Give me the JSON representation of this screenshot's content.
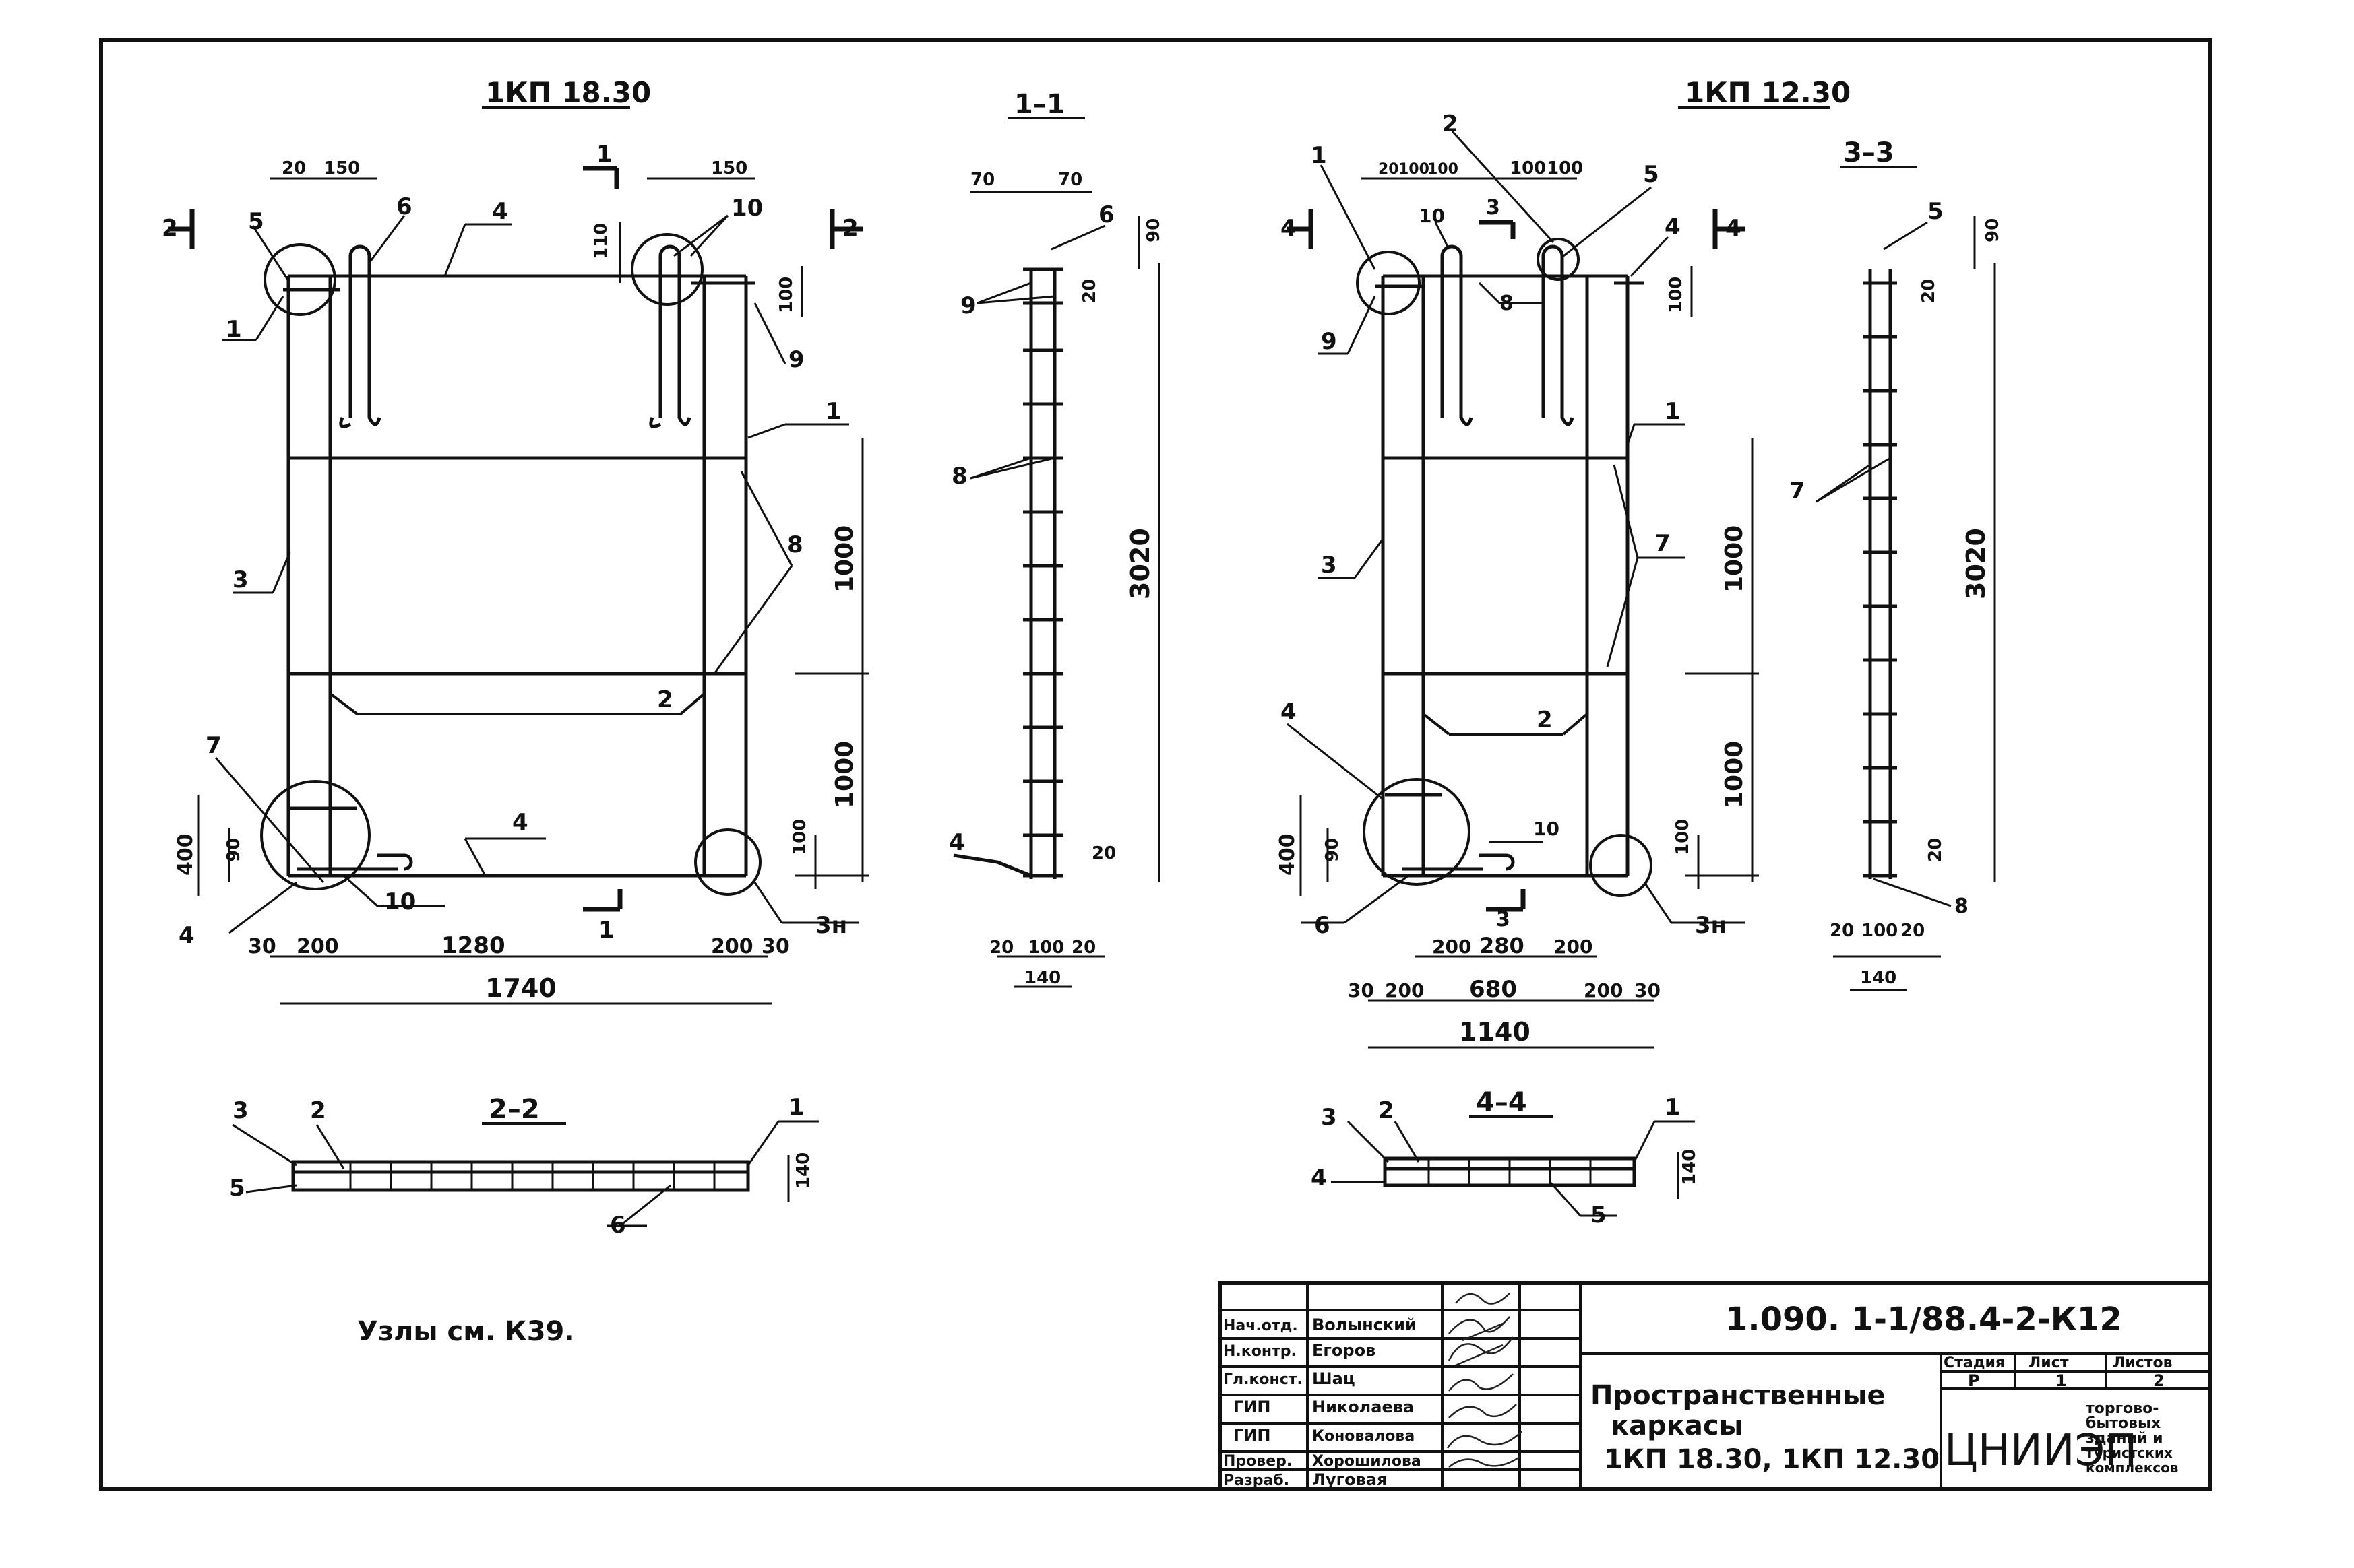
{
  "views": {
    "left_title": "1КП 18.30",
    "sec11_title": "1–1",
    "right_title": "1КП 12.30",
    "sec33_title": "3–3",
    "sec22_title": "2–2",
    "sec44_title": "4–4"
  },
  "dims": {
    "left": {
      "d20a": "20",
      "d150a": "150",
      "d150b": "150",
      "d110": "110",
      "d100t": "100",
      "d1000a": "1000",
      "d1000b": "1000",
      "d400": "400",
      "d90": "90",
      "d100b": "100",
      "b30a": "30",
      "b200a": "200",
      "b1280": "1280",
      "b200b": "200",
      "b30b": "30",
      "total": "1740"
    },
    "sec11": {
      "d70a": "70",
      "d70b": "70",
      "d90": "90",
      "d20t": "20",
      "d3020": "3020",
      "d20b": "20",
      "b20a": "20",
      "b100": "100",
      "b20b": "20",
      "b140": "140"
    },
    "right": {
      "d20": "20",
      "d100a": "100",
      "d100b": "100",
      "d100c": "100",
      "d100d": "100",
      "d100t": "100",
      "d1000a": "1000",
      "d1000b": "1000",
      "d400": "400",
      "d90": "90",
      "d100b2": "100",
      "i200a": "200",
      "i280": "280",
      "i200b": "200",
      "b30a": "30",
      "b200a": "200",
      "b680": "680",
      "b200b": "200",
      "b30b": "30",
      "total": "1140"
    },
    "sec33": {
      "d90": "90",
      "d20t": "20",
      "d3020": "3020",
      "d20b": "20",
      "b20a": "20",
      "b100": "100",
      "b20b": "20",
      "b140": "140"
    },
    "sec22": {
      "d140": "140"
    },
    "sec44": {
      "d140": "140"
    }
  },
  "labels": {
    "l1": "1",
    "l2": "2",
    "l3": "3",
    "l4": "4",
    "l5": "5",
    "l6": "6",
    "l7": "7",
    "l8": "8",
    "l9": "9",
    "l10": "10",
    "l3n": "3н",
    "cut1": "1",
    "cut2": "2",
    "cut3": "3",
    "cut4": "4"
  },
  "note": "Узлы см. К39.",
  "title_block": {
    "code": "1.090. 1-1/88.4-2-К12",
    "title_lines": [
      "Пространственные",
      "каркасы",
      "1КП 18.30,  1КП 12.30"
    ],
    "roles": [
      {
        "role": "Нач.отд.",
        "name": "Волынский"
      },
      {
        "role": "Н.контр.",
        "name": "Егоров"
      },
      {
        "role": "Гл.конст.",
        "name": "Шац"
      },
      {
        "role": "ГИП",
        "name": "Николаева"
      },
      {
        "role": "ГИП",
        "name": "Коновалова"
      },
      {
        "role": "Провер.",
        "name": "Хорошилова"
      },
      {
        "role": "Разраб.",
        "name": "Луговая"
      }
    ],
    "stage_header": "Стадия",
    "sheet_header": "Лист",
    "sheets_header": "Листов",
    "stage": "Р",
    "sheet": "1",
    "sheets": "2",
    "org_logo": "ЦНИИЭП",
    "org_lines": [
      "торгово-",
      "бытовых",
      "зданий и",
      "туристских",
      "комплексов"
    ]
  }
}
